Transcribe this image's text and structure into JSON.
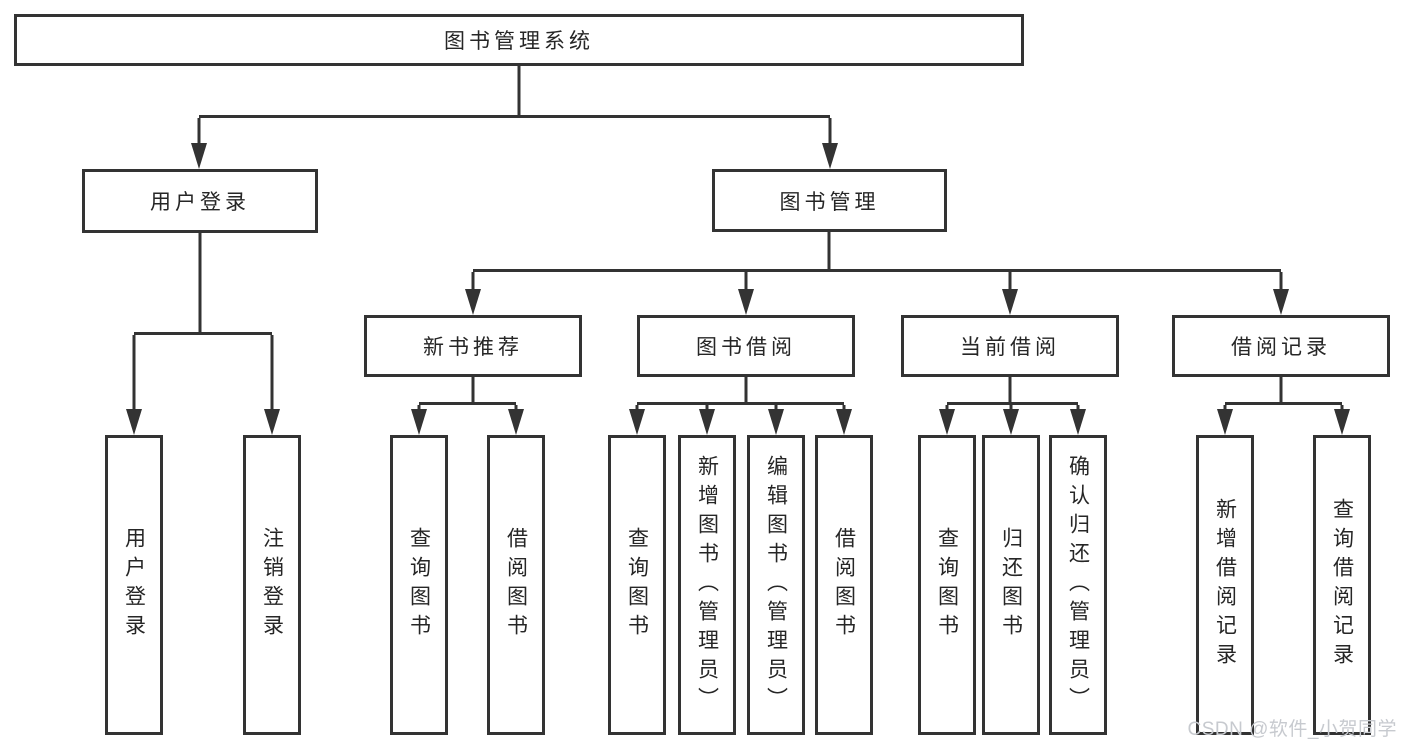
{
  "diagram": {
    "root": {
      "label": "图书管理系统"
    },
    "branches": {
      "user_login": {
        "label": "用户登录",
        "children": [
          {
            "label": "用户登录"
          },
          {
            "label": "注销登录"
          }
        ]
      },
      "book_management": {
        "label": "图书管理",
        "children": [
          {
            "label": "新书推荐",
            "children": [
              {
                "label": "查询图书"
              },
              {
                "label": "借阅图书"
              }
            ]
          },
          {
            "label": "图书借阅",
            "children": [
              {
                "label": "查询图书"
              },
              {
                "label": "新增图书（管理员）"
              },
              {
                "label": "编辑图书（管理员）"
              },
              {
                "label": "借阅图书"
              }
            ]
          },
          {
            "label": "当前借阅",
            "children": [
              {
                "label": "查询图书"
              },
              {
                "label": "归还图书"
              },
              {
                "label": "确认归还（管理员）"
              }
            ]
          },
          {
            "label": "借阅记录",
            "children": [
              {
                "label": "新增借阅记录"
              },
              {
                "label": "查询借阅记录"
              }
            ]
          }
        ]
      }
    }
  },
  "watermark": "CSDN @软件_小贺同学",
  "colors": {
    "line": "#333333",
    "border": "#333333",
    "text": "#262626",
    "background": "#ffffff",
    "watermark": "#c7cacf"
  }
}
